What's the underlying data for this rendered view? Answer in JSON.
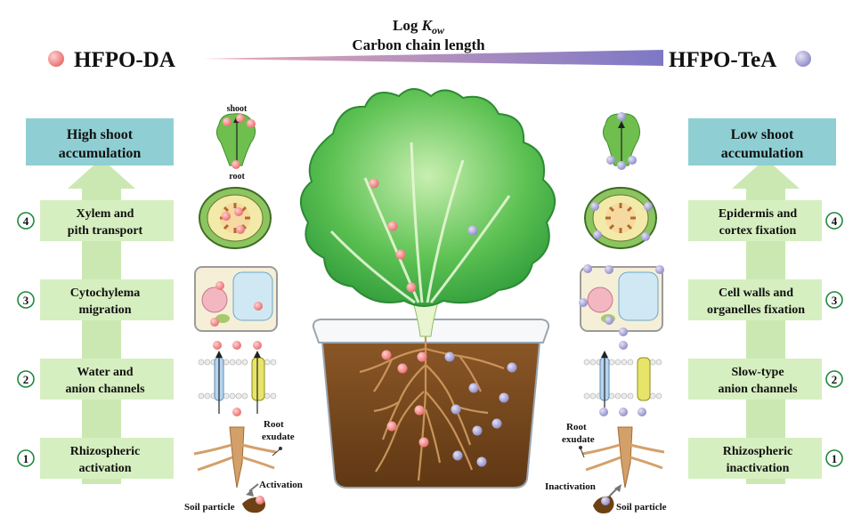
{
  "header": {
    "line1_prefix": "Log ",
    "line1_k": "K",
    "line1_sub": "ow",
    "line2": "Carbon chain length"
  },
  "left_compound": "HFPO-DA",
  "right_compound": "HFPO-TeA",
  "colors": {
    "pink_dot": "#f28b8b",
    "purple_dot": "#a9a6d8",
    "gradient_start": "#e7a8b5",
    "gradient_end": "#7d78c6",
    "title_box": "#8fcfd4",
    "step_box": "#d6efc0",
    "arrow": "#cbe8b2",
    "step_circle": "#1e8a3c",
    "soil": "#7b4a20",
    "root": "#c9945a",
    "leaf": "#3fb24a"
  },
  "left_panel": {
    "title": [
      "High shoot",
      "accumulation"
    ],
    "steps": [
      {
        "num": "4",
        "lines": [
          "Xylem and",
          "pith transport"
        ]
      },
      {
        "num": "3",
        "lines": [
          "Cytochylema",
          "migration"
        ]
      },
      {
        "num": "2",
        "lines": [
          "Water and",
          "anion channels"
        ]
      },
      {
        "num": "1",
        "lines": [
          "Rhizospheric",
          "activation"
        ]
      }
    ]
  },
  "right_panel": {
    "title": [
      "Low shoot",
      "accumulation"
    ],
    "steps": [
      {
        "num": "4",
        "lines": [
          "Epidermis and",
          "cortex fixation"
        ]
      },
      {
        "num": "3",
        "lines": [
          "Cell walls and",
          "organelles fixation"
        ]
      },
      {
        "num": "2",
        "lines": [
          "Slow-type",
          "anion channels"
        ]
      },
      {
        "num": "1",
        "lines": [
          "Rhizospheric",
          "inactivation"
        ]
      }
    ]
  },
  "left_labels": {
    "shoot": "shoot",
    "root": "root",
    "root_exudate": [
      "Root",
      "exudate"
    ],
    "activation": "Activation",
    "soil_particle": "Soil particle"
  },
  "right_labels": {
    "root_exudate": [
      "Root",
      "exudate"
    ],
    "inactivation": "Inactivation",
    "soil_particle": "Soil particle"
  }
}
